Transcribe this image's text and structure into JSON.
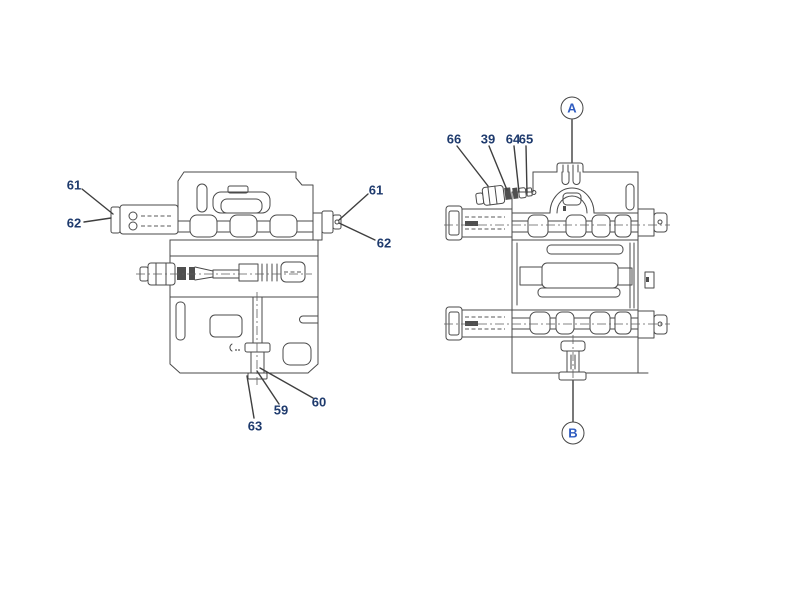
{
  "diagram": {
    "type": "parts-diagram",
    "colors": {
      "background": "#ffffff",
      "line": "#4a4a4a",
      "callout_text": "#1e3a6d",
      "ref_text": "#2f5cc0"
    },
    "views": {
      "left": {
        "callouts": {
          "n61_left": "61",
          "n62_left": "62",
          "n61_right": "61",
          "n62_right": "62",
          "n63": "63",
          "n59": "59",
          "n60": "60"
        }
      },
      "right": {
        "callouts": {
          "n66": "66",
          "n39": "39",
          "n64": "64",
          "n65": "65"
        },
        "refs": {
          "a": "A",
          "b": "B"
        }
      }
    }
  }
}
